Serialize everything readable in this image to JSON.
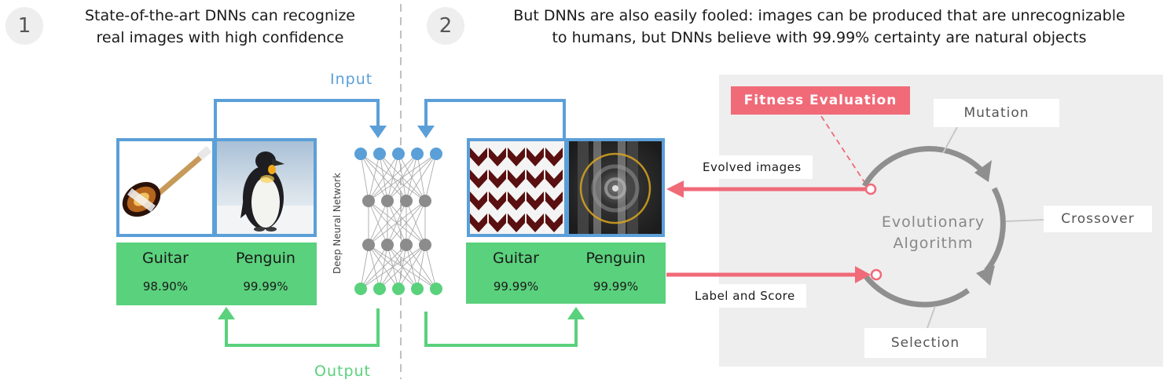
{
  "step1": {
    "number": "1",
    "heading_line1": "State-of-the-art DNNs can recognize",
    "heading_line2": "real images with high confidence"
  },
  "step2": {
    "number": "2",
    "heading_line1": "But DNNs are also easily fooled: images can be produced that are unrecognizable",
    "heading_line2": "to humans, but DNNs believe with 99.99% certainty are natural objects"
  },
  "flow": {
    "input_label": "Input",
    "output_label": "Output",
    "network_label": "Deep Neural Network"
  },
  "left_results": {
    "labels": [
      "Guitar",
      "Penguin"
    ],
    "scores": [
      "98.90%",
      "99.99%"
    ]
  },
  "right_results": {
    "labels": [
      "Guitar",
      "Penguin"
    ],
    "scores": [
      "99.99%",
      "99.99%"
    ]
  },
  "evolution": {
    "fitness_label": "Fitness Evaluation",
    "mutation_label": "Mutation",
    "crossover_label": "Crossover",
    "selection_label": "Selection",
    "ea_line1": "Evolutionary",
    "ea_line2": "Algorithm",
    "evolved_images_label": "Evolved images",
    "label_score_label": "Label and Score"
  },
  "colors": {
    "blue": "#5b9fd8",
    "green": "#5ad17c",
    "red": "#f06a78",
    "gray_panel": "#eeeeee",
    "cycle_gray": "#8f8f8f"
  },
  "icons": [
    "guitar-photo",
    "penguin-photo",
    "fooling-image-guitar",
    "fooling-image-penguin"
  ]
}
